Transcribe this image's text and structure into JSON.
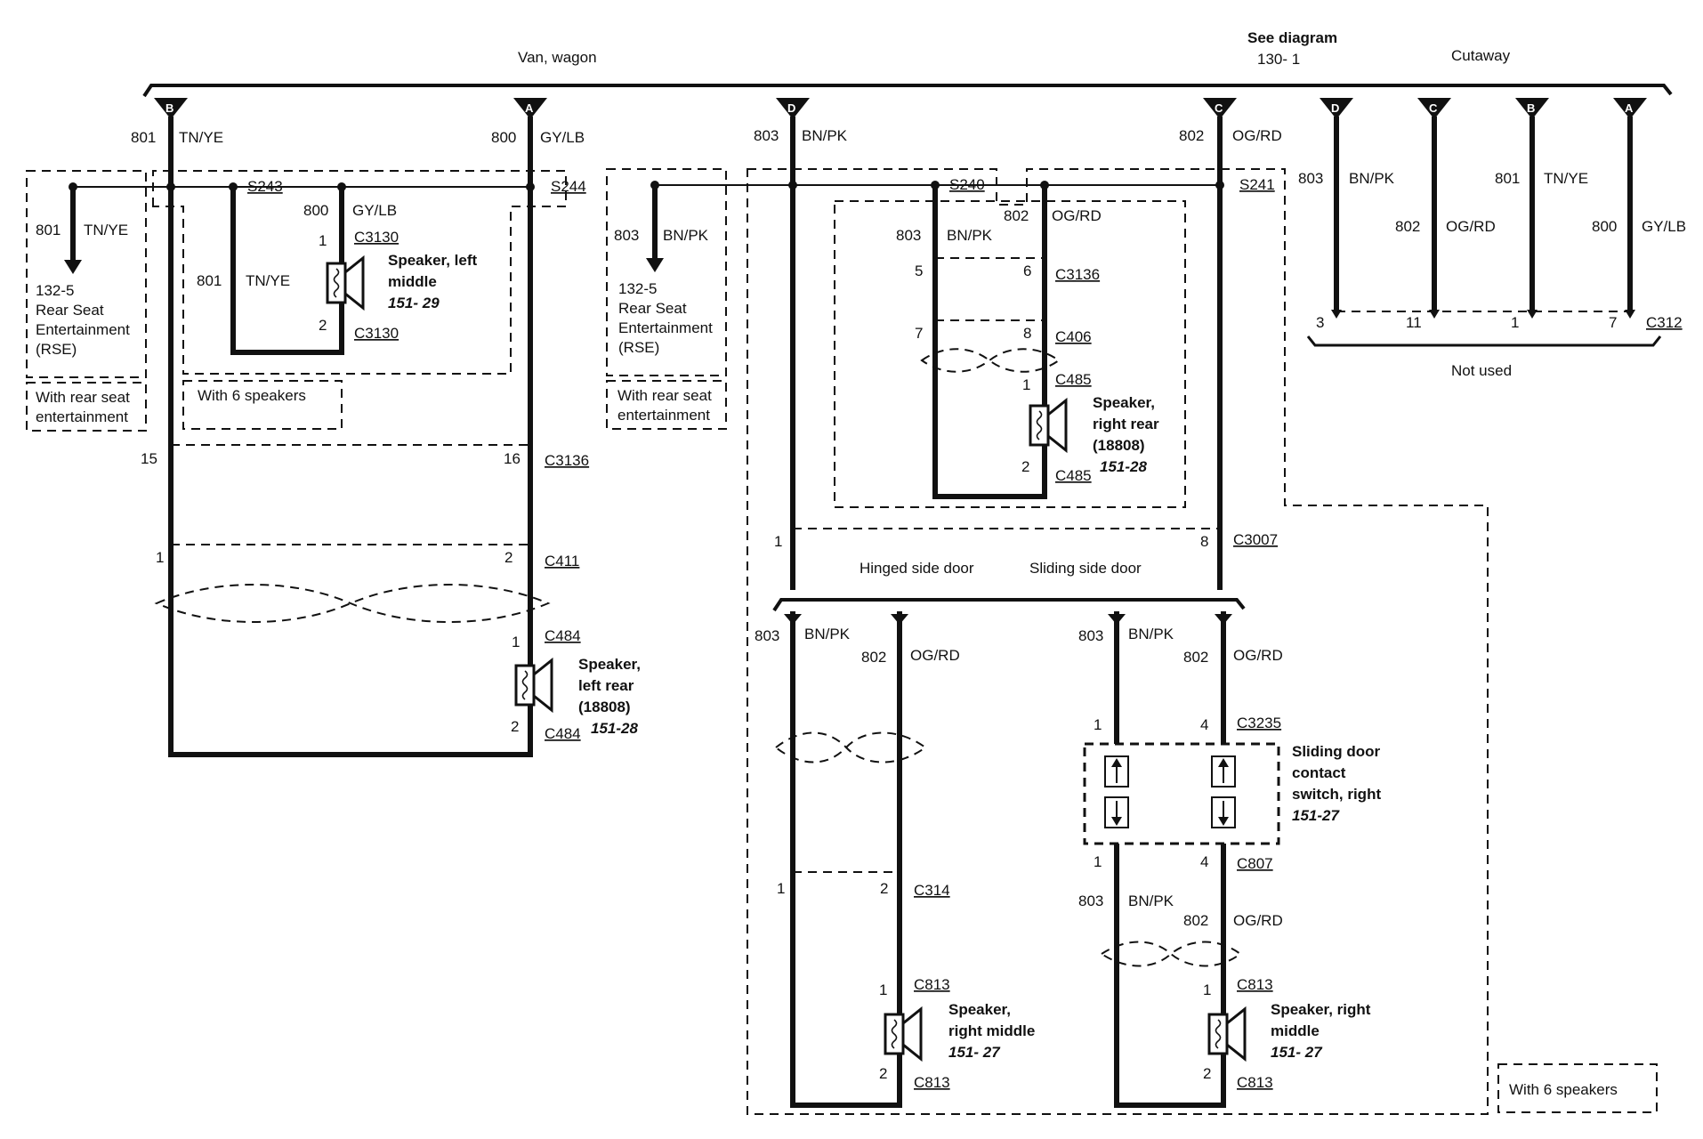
{
  "headers": {
    "van_wagon": "Van, wagon",
    "see_diagram_1": "See diagram",
    "see_diagram_2": "130- 1",
    "cutaway": "Cutaway",
    "not_used": "Not used",
    "hinged_door": "Hinged side door",
    "sliding_door": "Sliding side door"
  },
  "terminals": [
    {
      "letter": "B",
      "circuit": "801",
      "color": "TN/YE"
    },
    {
      "letter": "A",
      "circuit": "800",
      "color": "GY/LB"
    },
    {
      "letter": "D",
      "circuit": "803",
      "color": "BN/PK"
    },
    {
      "letter": "C",
      "circuit": "802",
      "color": "OG/RD"
    },
    {
      "letter": "D",
      "circuit": "803",
      "color": "BN/PK"
    },
    {
      "letter": "C",
      "circuit": "802",
      "color": "OG/RD"
    },
    {
      "letter": "B",
      "circuit": "801",
      "color": "TN/YE"
    },
    {
      "letter": "A",
      "circuit": "800",
      "color": "GY/LB"
    }
  ],
  "splices": [
    "S243",
    "S244",
    "S240",
    "S241"
  ],
  "connectors": {
    "c3130": "C3130",
    "c3136": "C3136",
    "c411": "C411",
    "c484": "C484",
    "c406": "C406",
    "c485": "C485",
    "c3007": "C3007",
    "c312": "C312",
    "c314": "C314",
    "c813": "C813",
    "c3235": "C3235",
    "c807": "C807"
  },
  "pins": {
    "p1": "1",
    "p2": "2",
    "p3": "3",
    "p4": "4",
    "p5": "5",
    "p6": "6",
    "p7": "7",
    "p8": "8",
    "p11": "11",
    "p15": "15",
    "p16": "16"
  },
  "rse": {
    "ref": "132-5",
    "line1": "Rear Seat",
    "line2": "Entertainment",
    "line3": "(RSE)",
    "option1": "With rear seat",
    "option2": "entertainment"
  },
  "with_6_speakers": "With 6 speakers",
  "components": {
    "left_middle": {
      "name1": "Speaker, left",
      "name2": "middle",
      "page": "151- 29"
    },
    "left_rear": {
      "name1": "Speaker,",
      "name2": "left rear",
      "name3": "(18808)",
      "page": "151-28"
    },
    "right_rear": {
      "name1": "Speaker,",
      "name2": "right rear",
      "name3": "(18808)",
      "page": "151-28"
    },
    "right_middle_a": {
      "name1": "Speaker,",
      "name2": "right middle",
      "page": "151- 27"
    },
    "right_middle_b": {
      "name1": "Speaker, right",
      "name2": "middle",
      "page": "151- 27"
    },
    "door_switch": {
      "name1": "Sliding door",
      "name2": "contact",
      "name3": "switch, right",
      "page": "151-27"
    }
  },
  "icons": [
    "speaker-icon",
    "switch-icon",
    "terminal-triangle-icon",
    "twisted-pair-icon",
    "arrow-down-icon"
  ]
}
